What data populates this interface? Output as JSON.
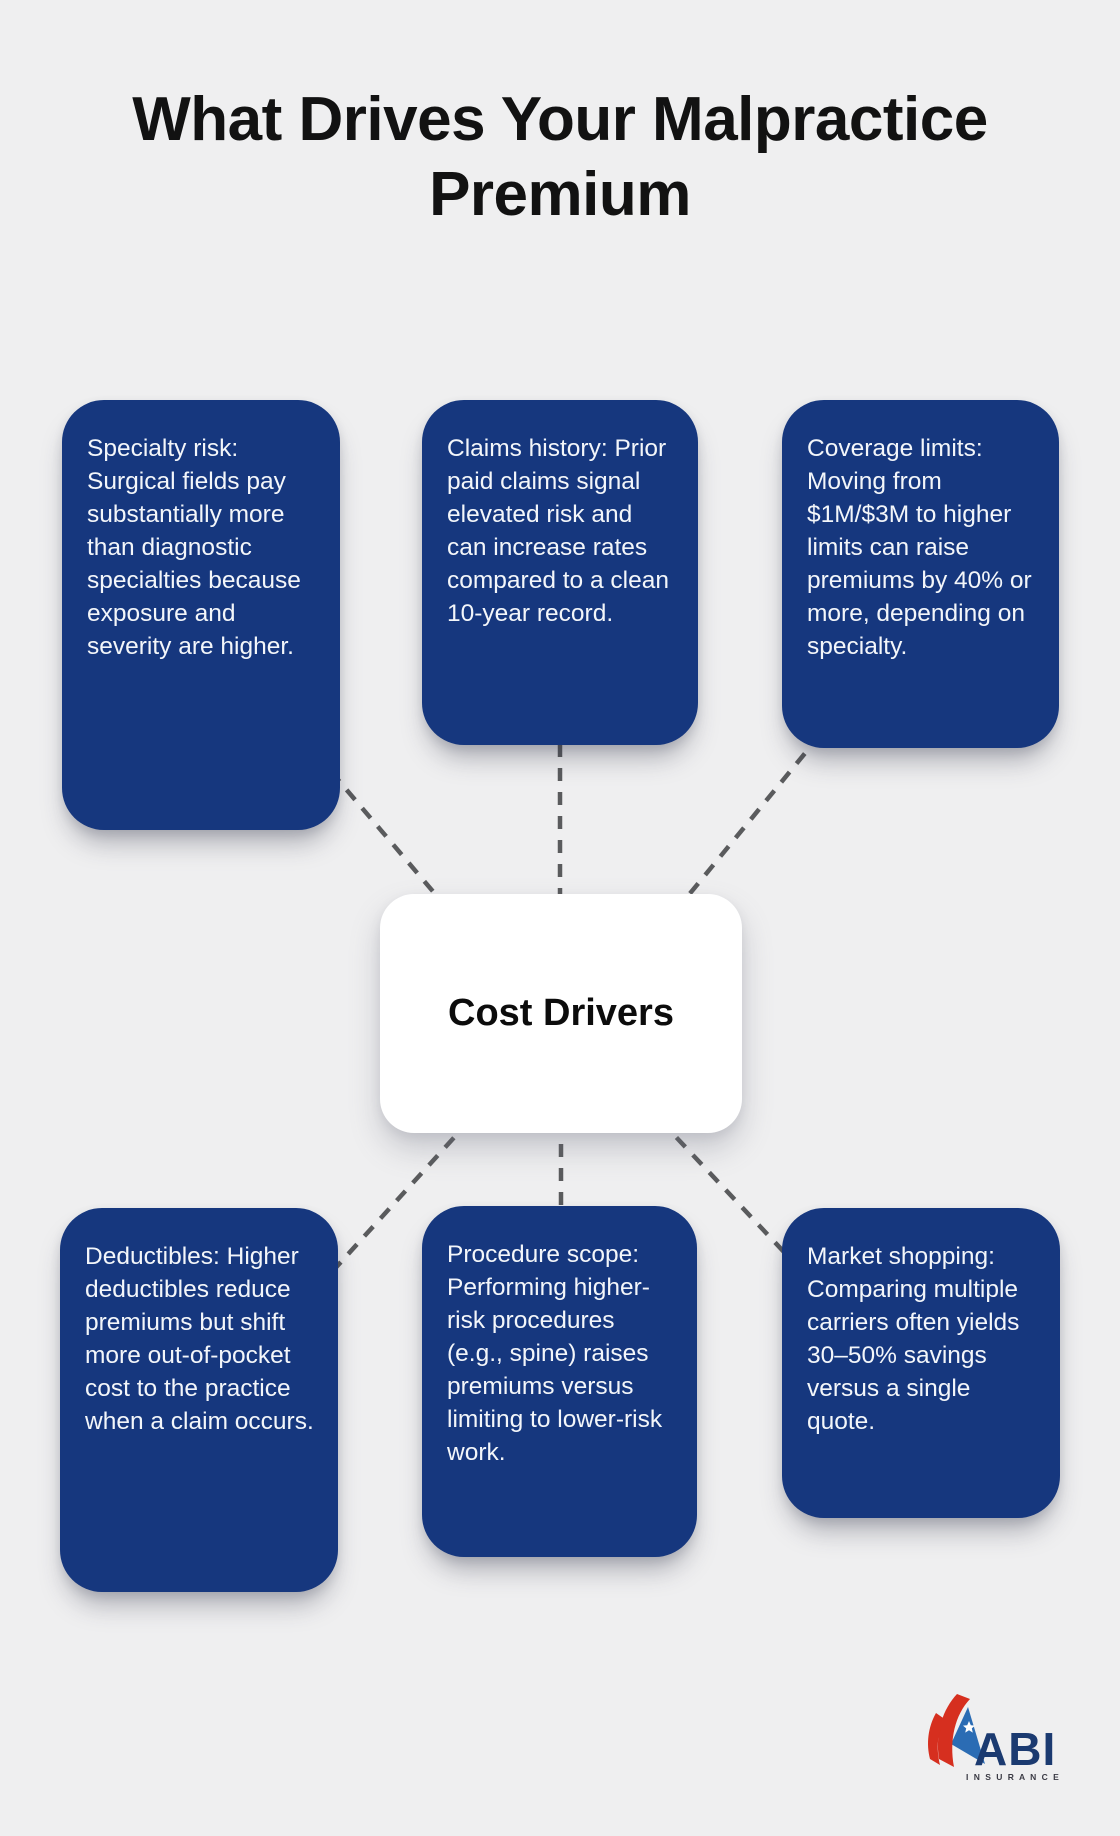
{
  "title": "What Drives Your Malpractice Premium",
  "center": {
    "label": "Cost Drivers"
  },
  "drivers": [
    {
      "id": "specialty-risk",
      "text": "Specialty risk: Surgical fields pay substantially more than diagnostic specialties because exposure and severity are higher."
    },
    {
      "id": "claims-history",
      "text": "Claims history: Prior paid claims signal elevated risk and can increase rates compared to a clean 10-year record."
    },
    {
      "id": "coverage-limits",
      "text": "Coverage limits: Moving from $1M/$3M to higher limits can raise premiums by 40% or more, depending on specialty."
    },
    {
      "id": "deductibles",
      "text": "Deductibles: Higher deductibles reduce premiums but shift more out-of-pocket cost to the practice when a claim occurs."
    },
    {
      "id": "procedure-scope",
      "text": "Procedure scope: Performing higher-risk procedures (e.g., spine) raises premiums versus limiting to lower-risk work."
    },
    {
      "id": "market-shopping",
      "text": "Market shopping: Comparing multiple carriers often yields 30–50% savings versus a single quote."
    }
  ],
  "logo": {
    "name": "ABI",
    "tagline": "I N S U R A N C E"
  },
  "colors": {
    "background": "#EFEFF0",
    "box_blue": "#16377E",
    "text_on_blue": "#F3F6FA",
    "dash_gray": "#5A5B5D",
    "title_text": "#121212",
    "logo_navy": "#1B3A70",
    "logo_red": "#D62F1F",
    "logo_sail_blue": "#2B6CB4"
  }
}
